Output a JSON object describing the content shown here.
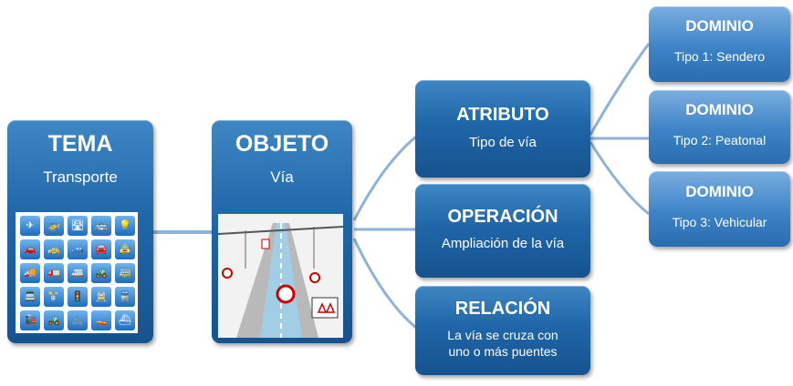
{
  "tema": {
    "title": "TEMA",
    "subtitle": "Transporte"
  },
  "objeto": {
    "title": "OBJETO",
    "subtitle": "Vía"
  },
  "atributo": {
    "title": "ATRIBUTO",
    "subtitle": "Tipo de vía"
  },
  "operacion": {
    "title": "OPERACIÓN",
    "subtitle": "Ampliación de la vía"
  },
  "relacion": {
    "title": "RELACIÓN",
    "line1": "La vía se cruza con",
    "line2": "uno o más  puentes"
  },
  "dominios": [
    {
      "title": "DOMINIO",
      "subtitle": "Tipo 1: Sendero"
    },
    {
      "title": "DOMINIO",
      "subtitle": "Tipo 2: Peatonal"
    },
    {
      "title": "DOMINIO",
      "subtitle": "Tipo 3: Vehicular"
    }
  ],
  "transport_icons": [
    "✈",
    "🚁",
    "🛣",
    "🚌",
    "💡",
    "🚗",
    "🚕",
    "🚙",
    "🚘",
    "🚖",
    "🚚",
    "🚛",
    "🚐",
    "🚜",
    "🚎",
    "🚍",
    "🚏",
    "🚦",
    "🚊",
    "🚆",
    "🚂",
    "🚜",
    "🚲",
    "🚤",
    "⛴"
  ],
  "colors": {
    "box_dark": "#1f66a8",
    "box_light": "#3d83c6",
    "connector": "#8db3d9"
  }
}
